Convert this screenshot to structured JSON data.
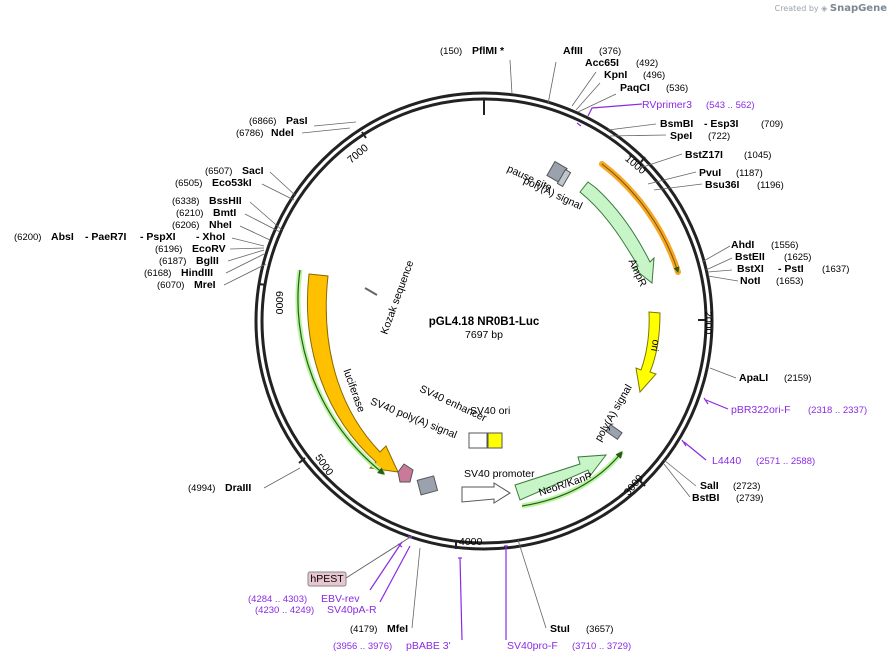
{
  "header": {
    "created_by": "Created by",
    "brand": "SnapGene"
  },
  "plasmid": {
    "name": "pGL4.18 NR0B1-Luc",
    "length": "7697 bp"
  },
  "ticks": [
    "1000",
    "2000",
    "3000",
    "4000",
    "5000",
    "6000",
    "7000"
  ],
  "sites_right": [
    {
      "name": "AfIII",
      "pos": "(376)"
    },
    {
      "name": "Acc65I",
      "pos": "(492)"
    },
    {
      "name": "KpnI",
      "pos": "(496)"
    },
    {
      "name": "PaqCI",
      "pos": "(536)"
    },
    {
      "name": "BsmBI",
      "name2": "- Esp3I",
      "pos": "(709)"
    },
    {
      "name": "SpeI",
      "pos": "(722)"
    },
    {
      "name": "BstZ17I",
      "pos": "(1045)"
    },
    {
      "name": "PvuI",
      "pos": "(1187)"
    },
    {
      "name": "Bsu36I",
      "pos": "(1196)"
    },
    {
      "name": "AhdI",
      "pos": "(1556)"
    },
    {
      "name": "BstEII",
      "pos": "(1625)"
    },
    {
      "name": "BstXI",
      "name2": "- PstI",
      "pos": "(1637)"
    },
    {
      "name": "NotI",
      "pos": "(1653)"
    },
    {
      "name": "ApaLI",
      "pos": "(2159)"
    },
    {
      "name": "SalI",
      "pos": "(2723)"
    },
    {
      "name": "BstBI",
      "pos": "(2739)"
    },
    {
      "name": "StuI",
      "pos": "(3657)"
    }
  ],
  "sites_left": [
    {
      "name": "PflMI *",
      "pos": "(150)"
    },
    {
      "name": "PasI",
      "pos": "(6866)"
    },
    {
      "name": "NdeI",
      "pos": "(6786)"
    },
    {
      "name": "SacI",
      "pos": "(6507)"
    },
    {
      "name": "Eco53kI",
      "pos": "(6505)"
    },
    {
      "name": "BssHII",
      "pos": "(6338)"
    },
    {
      "name": "BmtI",
      "pos": "(6210)"
    },
    {
      "name": "NheI",
      "pos": "(6206)"
    },
    {
      "name": "AbsI",
      "name2": "- PaeR7I",
      "name3": "- PspXI",
      "name4": "- XhoI",
      "pos": "(6200)"
    },
    {
      "name": "EcoRV",
      "pos": "(6196)"
    },
    {
      "name": "BglII",
      "pos": "(6187)"
    },
    {
      "name": "HindIII",
      "pos": "(6168)"
    },
    {
      "name": "MreI",
      "pos": "(6070)"
    },
    {
      "name": "DraIII",
      "pos": "(4994)"
    },
    {
      "name": "MfeI",
      "pos": "(4179)"
    }
  ],
  "primers": [
    {
      "name": "RVprimer3",
      "range": "(543 .. 562)"
    },
    {
      "name": "pBR322ori-F",
      "range": "(2318 .. 2337)"
    },
    {
      "name": "L4440",
      "range": "(2571 .. 2588)"
    },
    {
      "name": "EBV-rev",
      "range": "(4284 .. 4303)"
    },
    {
      "name": "SV40pA-R",
      "range": "(4230 .. 4249)"
    },
    {
      "name": "pBABE 3'",
      "range": "(3956 .. 3976)"
    },
    {
      "name": "SV40pro-F",
      "range": "(3710 .. 3729)"
    }
  ],
  "features": {
    "ampr": "AmpR",
    "ori": "ori",
    "neo": "NeoR/KanR",
    "luc": "luciferase",
    "pause": "pause site",
    "polya_top": "poly(A) signal",
    "kozak": "Kozak sequence",
    "sv40_enh": "SV40 enhancer",
    "sv40_ori": "SV40 ori",
    "sv40_prom": "SV40 promoter",
    "polya_right": "poly(A) signal",
    "sv40_polya": "SV40 poly(A) signal",
    "hpest": "hPEST"
  }
}
